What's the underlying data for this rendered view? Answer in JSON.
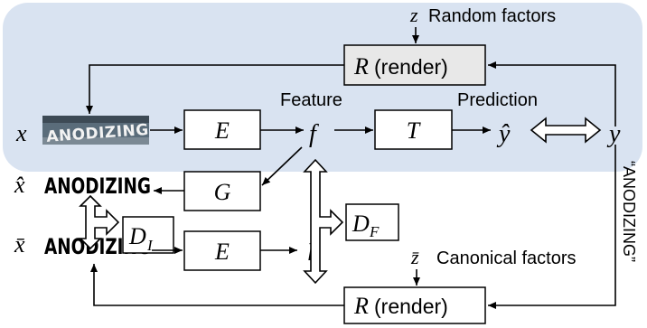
{
  "factors": {
    "random": {
      "symbol": "z",
      "label": "Random factors"
    },
    "canonical": {
      "symbol": "z̄",
      "label": "Canonical factors"
    }
  },
  "blocks": {
    "render_top": {
      "symbol": "R",
      "text": "(render)"
    },
    "render_bottom": {
      "symbol": "R",
      "text": "(render)"
    },
    "encoder_top": {
      "symbol": "E"
    },
    "encoder_bottom": {
      "symbol": "E"
    },
    "task": {
      "symbol": "T"
    },
    "generator": {
      "symbol": "G"
    },
    "disc_feature": {
      "symbol": "D",
      "subscript": "F"
    },
    "disc_image": {
      "symbol": "D",
      "subscript": "I"
    }
  },
  "variables": {
    "x": "x",
    "x_hat": "x̂",
    "x_bar": "x̄",
    "f": "f",
    "f_bar": "f̄",
    "y_hat": "ŷ",
    "y": "y"
  },
  "labels": {
    "feature": "Feature",
    "prediction": "Prediction",
    "label_text": "“ANODIZING”"
  },
  "word_images": {
    "input": "ANODIZING",
    "reconstructed": "ANODIZING",
    "canonical": "ANODIZING"
  },
  "colors": {
    "highlight_region": "#d9e3f1",
    "line": "#000000",
    "box_fill": "#ffffff",
    "render_fill": "#e8e8e8",
    "photo_bg": "#5a6c7a",
    "photo_text": "#f2f2f2"
  }
}
